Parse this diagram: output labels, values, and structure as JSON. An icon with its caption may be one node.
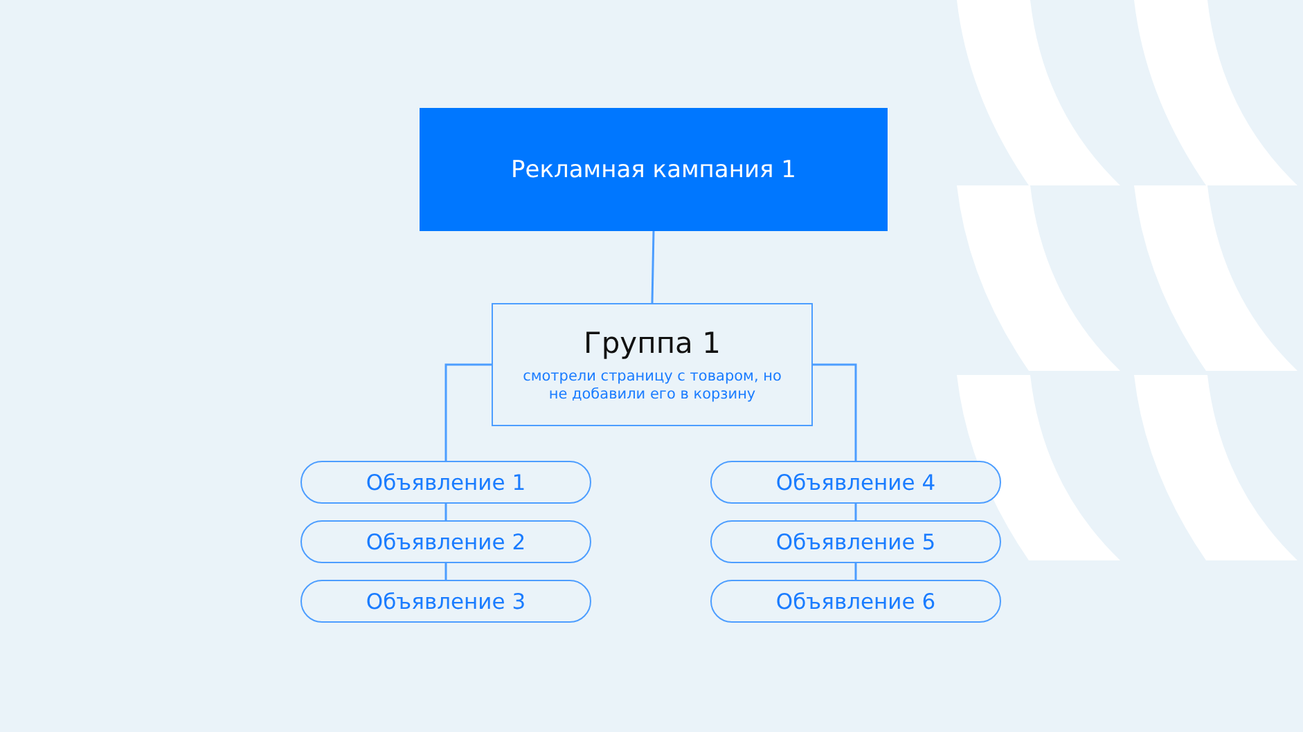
{
  "diagram": {
    "nodes": [
      {
        "text": [
          "Рекламная кампания 1"
        ]
      },
      {
        "text": [
          "Группа 1",
          "смотрели страницу с товаром, но не добавили его в корзину"
        ]
      },
      {
        "text": [
          "Объявление 1"
        ]
      },
      {
        "text": [
          "Объявление 2"
        ]
      },
      {
        "text": [
          "Объявление 3"
        ]
      },
      {
        "text": [
          "Объявление 4"
        ]
      },
      {
        "text": [
          "Объявление 5"
        ]
      },
      {
        "text": [
          "Объявление 6"
        ]
      }
    ],
    "edges": [
      {
        "from": 0,
        "to": 1,
        "arrow": "none"
      },
      {
        "from": 1,
        "to": 2,
        "arrow": "none"
      },
      {
        "from": 2,
        "to": 3,
        "arrow": "none"
      },
      {
        "from": 3,
        "to": 4,
        "arrow": "none"
      },
      {
        "from": 1,
        "to": 5,
        "arrow": "none"
      },
      {
        "from": 5,
        "to": 6,
        "arrow": "none"
      },
      {
        "from": 6,
        "to": 7,
        "arrow": "none"
      }
    ]
  }
}
